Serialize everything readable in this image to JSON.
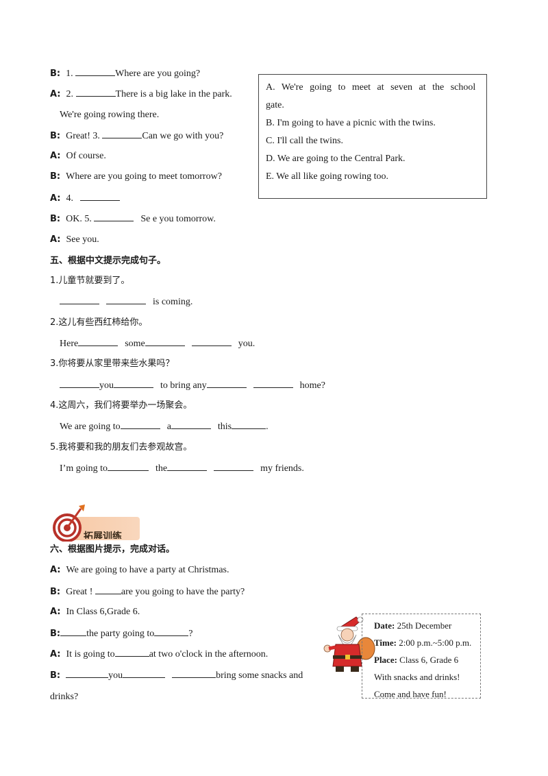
{
  "dialog1": {
    "l1": {
      "speaker": "B:",
      "num": "1.",
      "text": "Where  are  you  going?"
    },
    "l2": {
      "speaker": "A:",
      "num": "2.",
      "text": "There  is  a  big  lake  in  the  park."
    },
    "l3": {
      "text": "We're  going  rowing  there."
    },
    "l4": {
      "speaker": "B:",
      "pre": "Great!  3.",
      "text": "Can  we  go  with  you?"
    },
    "l5": {
      "speaker": "A:",
      "text": "Of  course."
    },
    "l6": {
      "speaker": "B:",
      "text": "Where  are  you  going  to  meet  tomorrow?"
    },
    "l7": {
      "speaker": "A:",
      "num": "4."
    },
    "l8": {
      "speaker": "B:",
      "pre": "OK.  5.",
      "text": "Se  e  you  tomorrow."
    },
    "l9": {
      "speaker": "A:",
      "text": "See  you."
    }
  },
  "options": [
    "A.  We're  going  to  meet  at  seven  at  the  school  gate.",
    "B.  I'm  going  to  have  a  picnic  with  the  twins.",
    "C.  I'll  call  the  twins.",
    "D.  We  are  going  to  the  Central  Park.",
    "E.  We  all  like  going  rowing  too."
  ],
  "section5": {
    "title": "五、根据中文提示完成句子。",
    "q1": {
      "cn": "1.儿童节就要到了。",
      "en_end": "is coming."
    },
    "q2": {
      "cn": "2.这儿有些西红柿给你。",
      "p1": "Here",
      "p2": "some",
      "p3": "you."
    },
    "q3": {
      "cn": "3.你将要从家里带来些水果吗？",
      "p1": "you",
      "p2": "to bring any",
      "p3": "home?"
    },
    "q4": {
      "cn": "4.这周六，我们将要举办一场聚会。",
      "p1": "We are going to",
      "p2": "a",
      "p3": "this",
      "p4": "."
    },
    "q5": {
      "cn": "5.我将要和我的朋友们去参观故宫。",
      "p1": "I’m going to",
      "p2": "the",
      "p3": "my friends."
    }
  },
  "banner": {
    "text": "拓展训练"
  },
  "section6": {
    "title": "六、根据图片提示，完成对话。",
    "l1": {
      "speaker": "A:",
      "text": "We are going to have a party at Christmas."
    },
    "l2": {
      "speaker": "B:",
      "pre": "Great !",
      "text": "are you going to have the party?"
    },
    "l3": {
      "speaker": "A:",
      "text": "In Class 6,Grade 6."
    },
    "l4": {
      "speaker": "B:",
      "p1": "the party going to",
      "p2": "?"
    },
    "l5": {
      "speaker": "A:",
      "pre": "It is going to",
      "text": "at two o'clock in the afternoon."
    },
    "l6": {
      "speaker": "B:",
      "p1": "you",
      "p2": "bring some snacks and"
    },
    "l7": {
      "text": "drinks?"
    }
  },
  "invite": {
    "date_label": "Date:",
    "date": "25th December",
    "time_label": "Time:",
    "time": "2:00 p.m.~5:00 p.m.",
    "place_label": "Place:",
    "place": "Class 6, Grade 6",
    "line4": "With snacks and drinks!",
    "line5": "Come and have fun!"
  }
}
